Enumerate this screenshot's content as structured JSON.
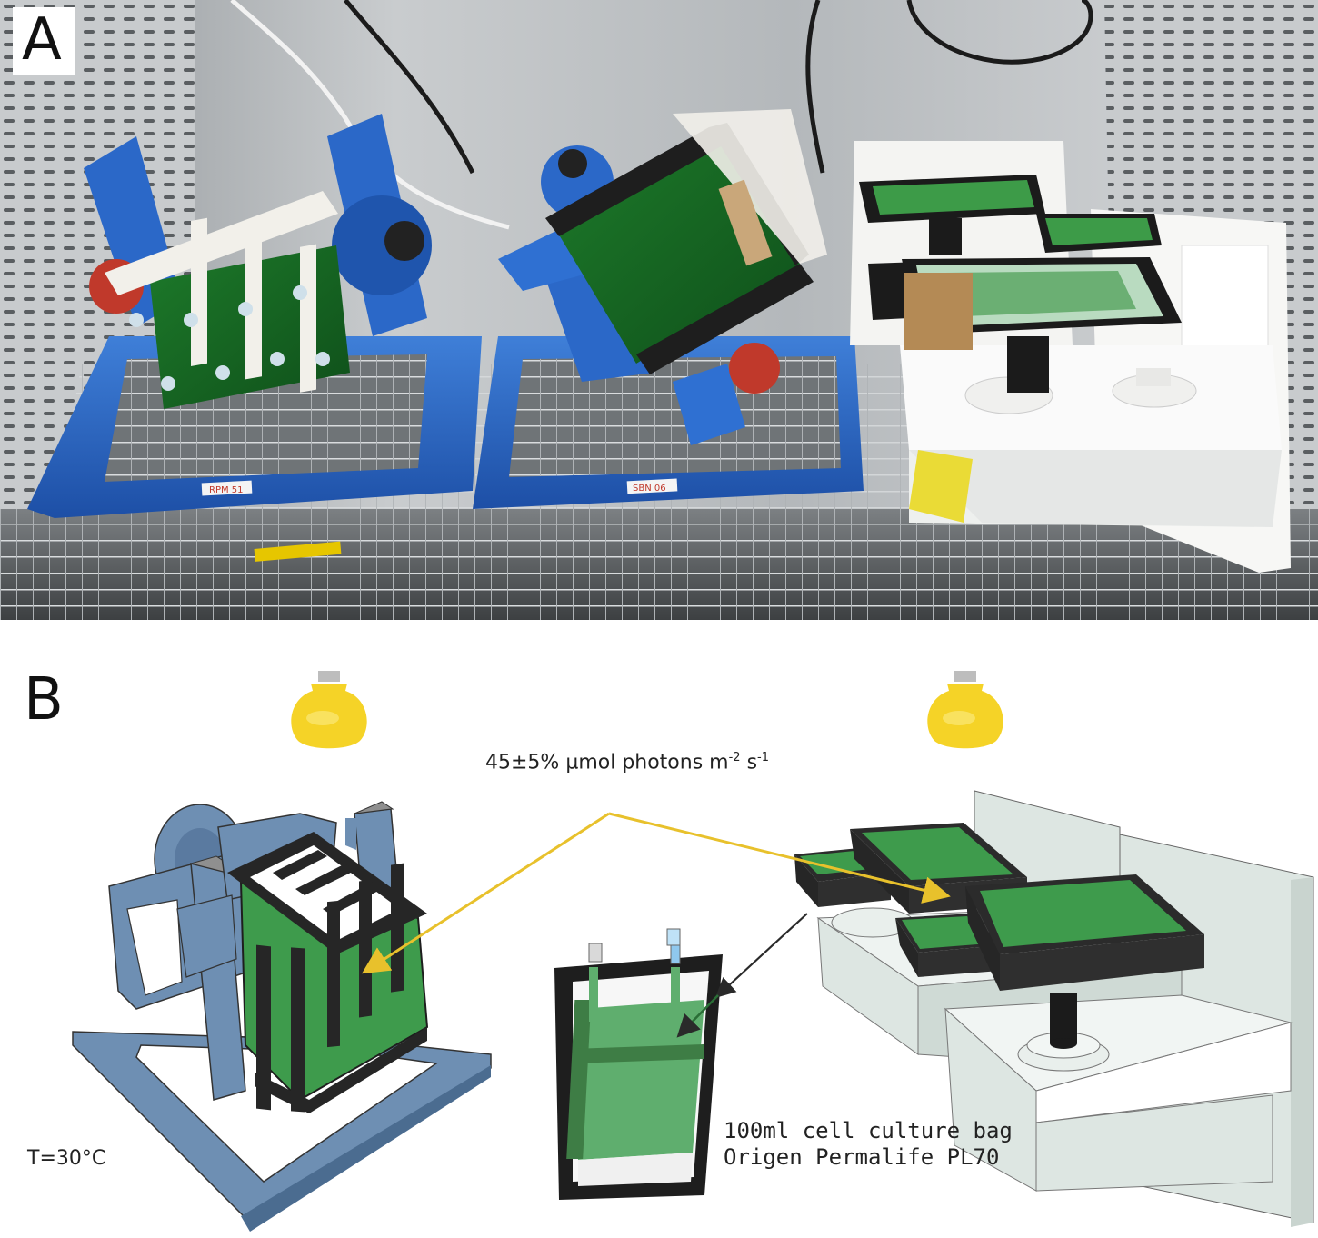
{
  "panels": {
    "a": {
      "letter": "A"
    },
    "b": {
      "letter": "B"
    }
  },
  "photo": {
    "tag_left": "RPM 51",
    "tag_mid": "SBN 06"
  },
  "diagram": {
    "light_label": "45±5% µmol photons m",
    "light_exp1": "-2",
    "light_mid": " s",
    "light_exp2": "-1",
    "temperature_label": "T=30°C",
    "bag_label_line1": "100ml cell culture bag",
    "bag_label_line2": "Origen Permalife PL70"
  },
  "colors": {
    "rotator_blue": "#6e8fb3",
    "frame_black": "#262626",
    "culture_green": "#3e9b4c",
    "shaker_gray": "#dde6e2",
    "arrow_yellow": "#e8c12c",
    "bulb_yellow": "#f5d327"
  },
  "icons": [
    "light-bulb-icon",
    "light-bulb-icon"
  ]
}
